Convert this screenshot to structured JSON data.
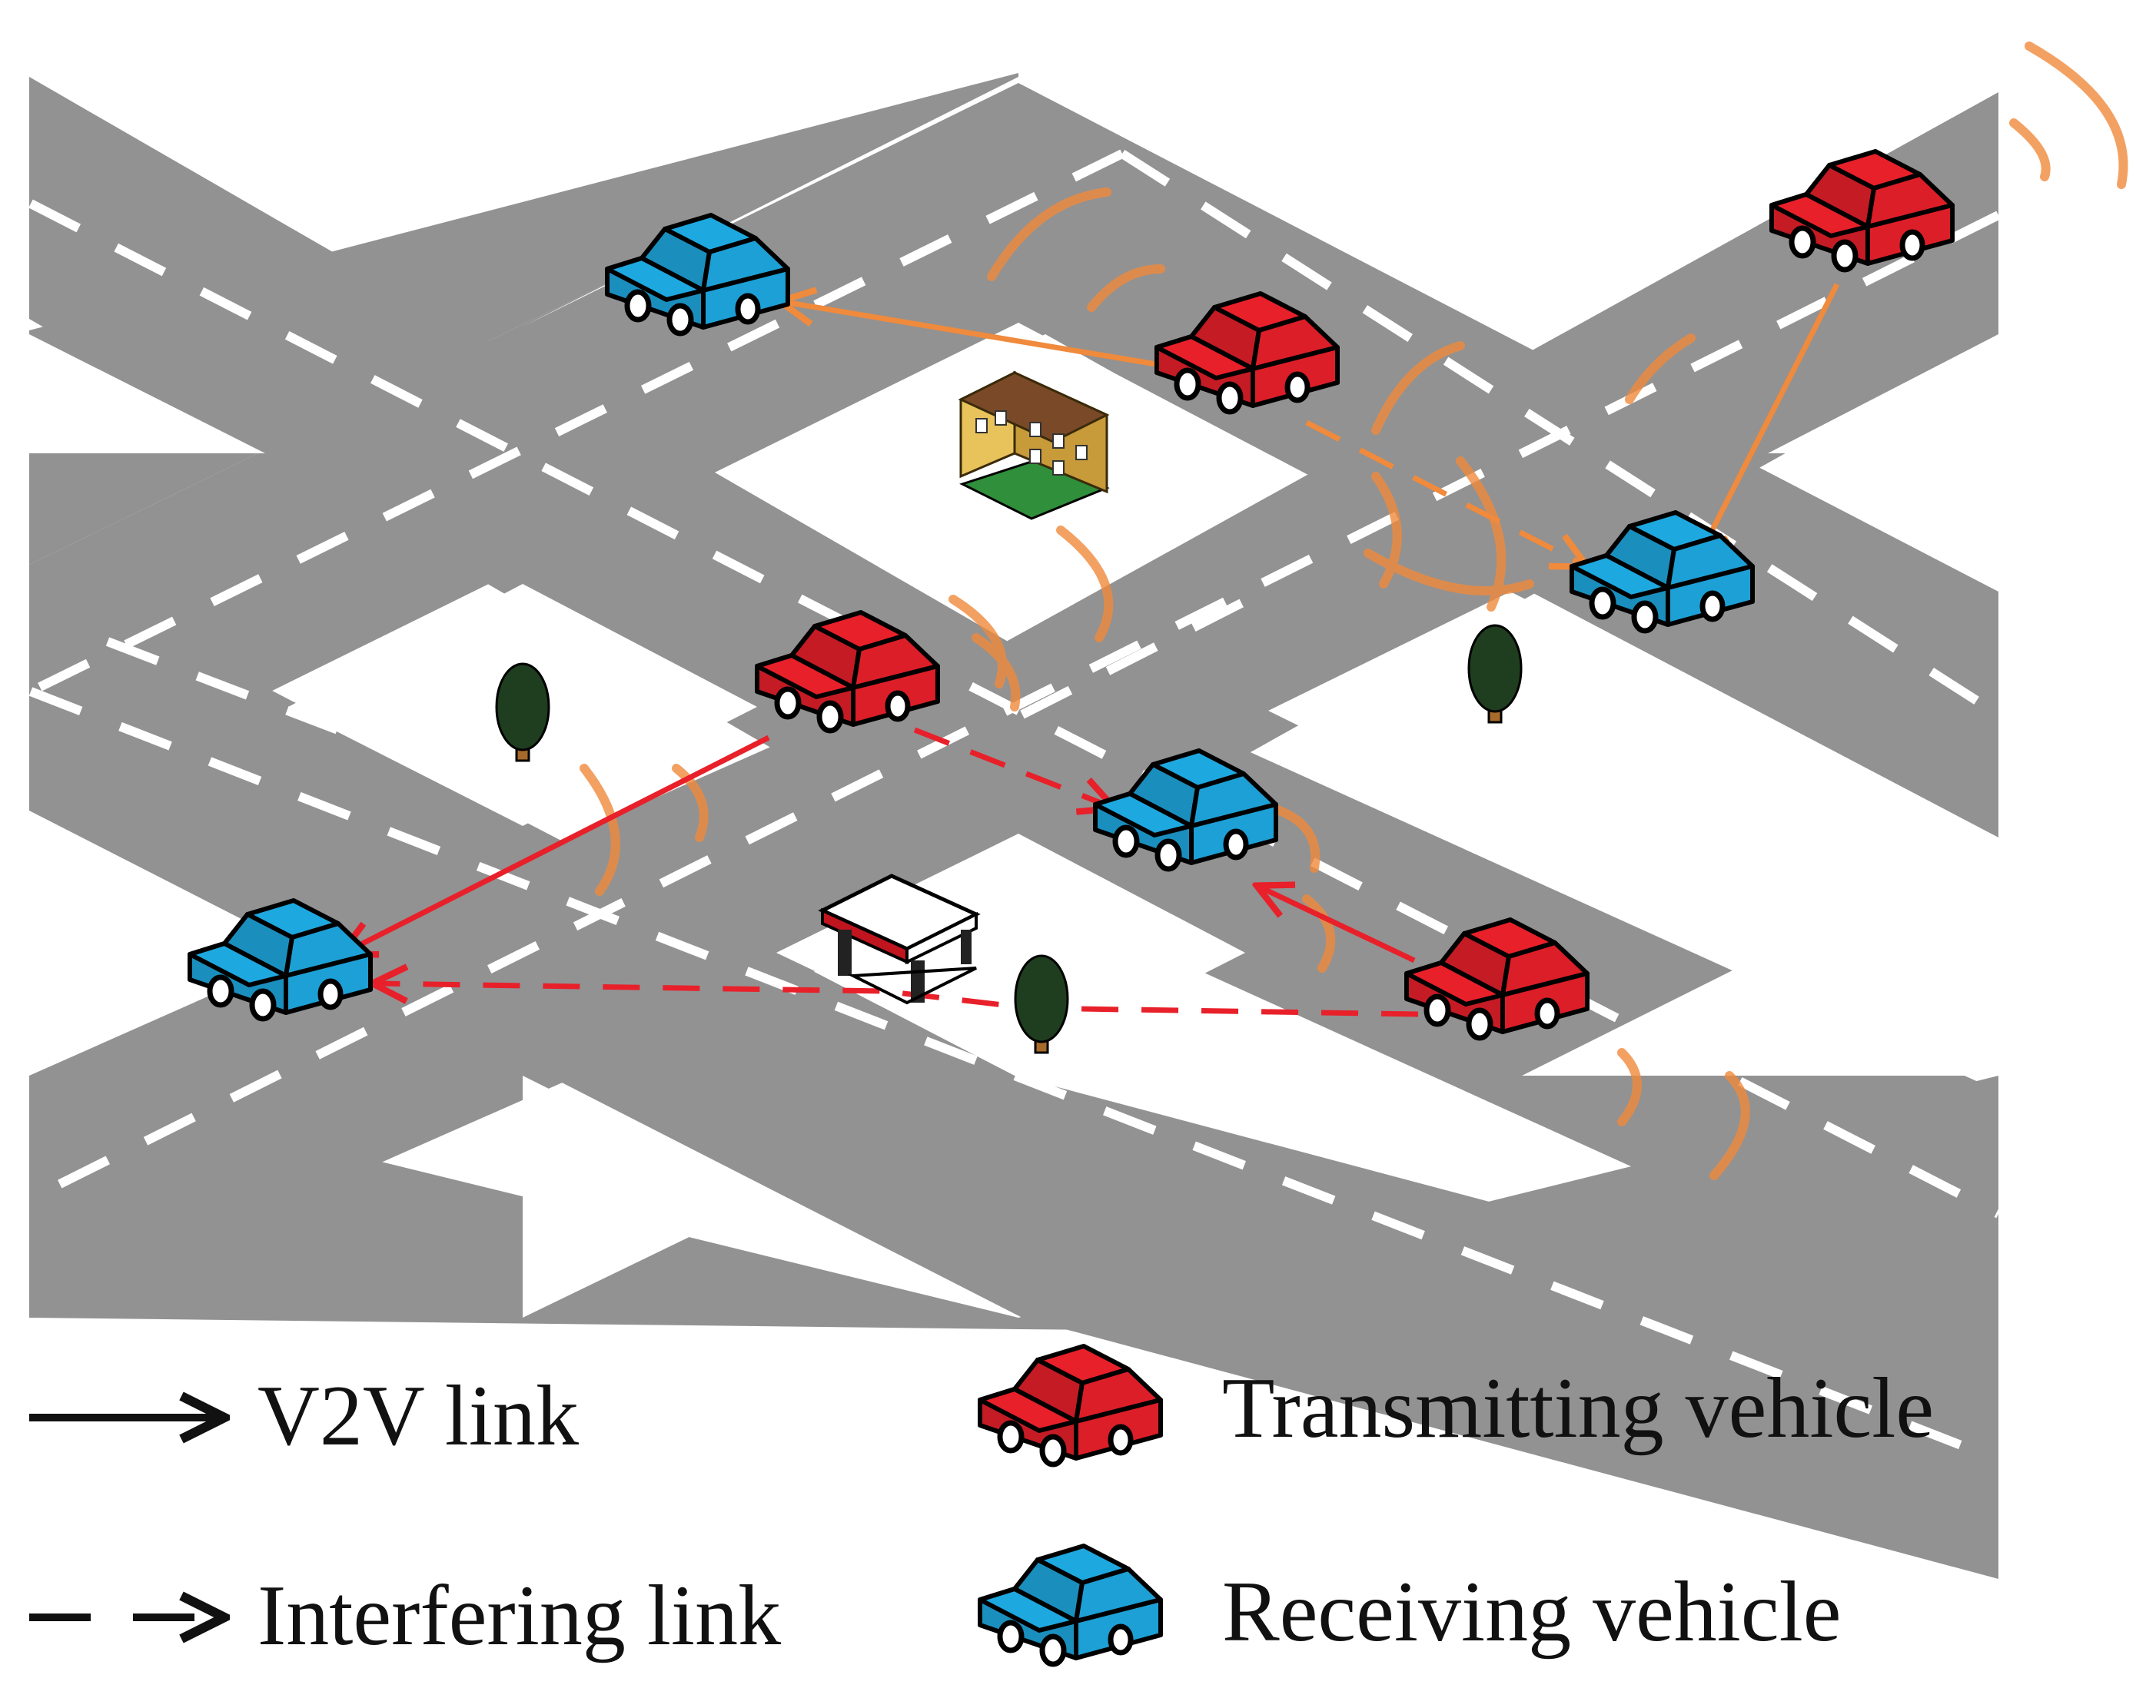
{
  "legend": {
    "v2v_link": "V2V link",
    "interfering_link": "Interfering link",
    "transmitting_vehicle": "Transmitting vehicle",
    "receiving_vehicle": "Receiving vehicle"
  },
  "colors": {
    "road": "#929292",
    "lane_marking": "#ffffff",
    "transmitting_vehicle": "#e8202a",
    "receiving_vehicle": "#1ea8e0",
    "orange_link": "#f08a3c",
    "red_link": "#e8202a",
    "signal_wave": "#f08a3c",
    "tree": "#1f3d1f"
  },
  "icons": {
    "building": "building-icon",
    "gas_station": "gas-station-icon",
    "tree": "tree-icon",
    "car": "car-icon"
  }
}
